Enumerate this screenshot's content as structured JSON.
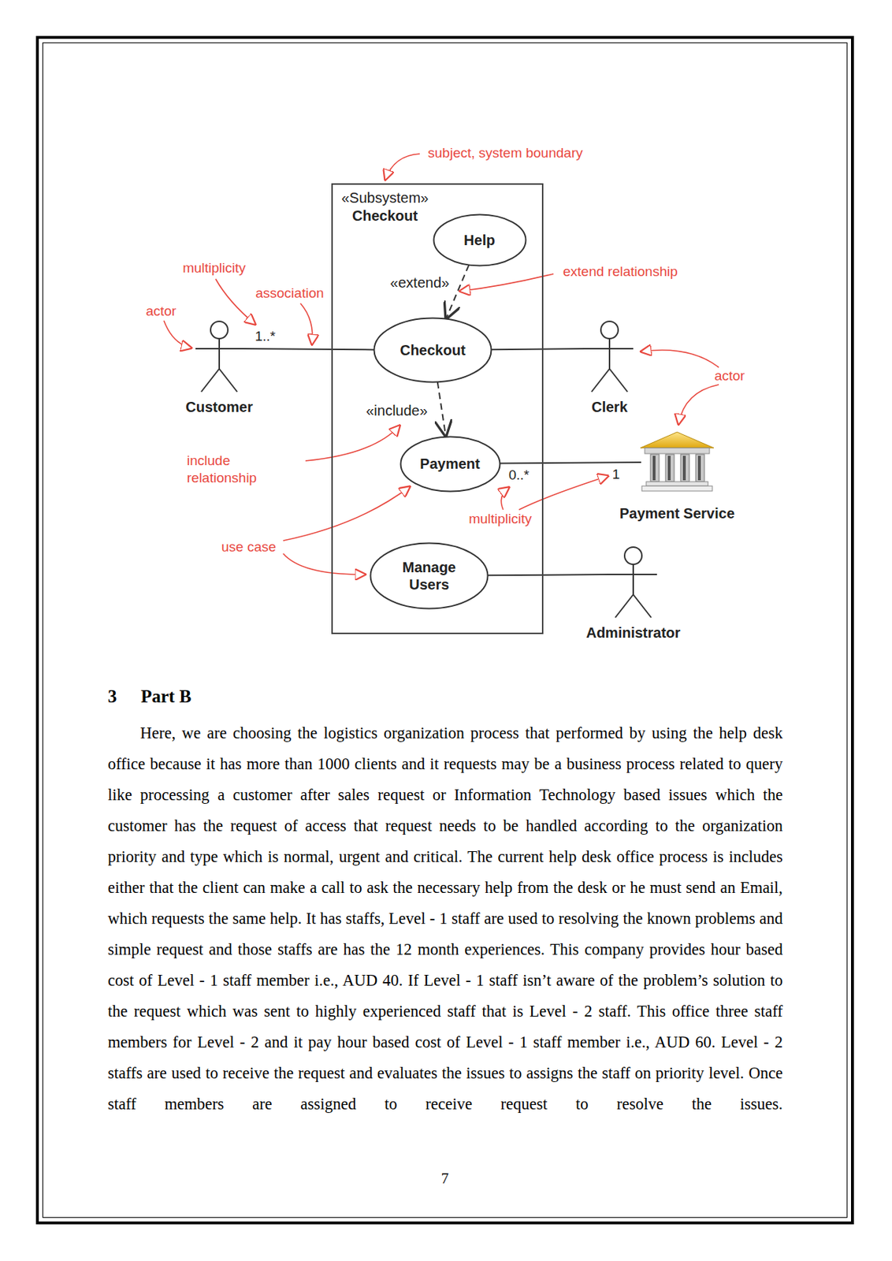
{
  "diagram": {
    "title": "Part B",
    "nodes": [
      {
        "text": [
          "«Subsystem»",
          "Checkout"
        ]
      },
      {
        "text": [
          "Help"
        ],
        "in": 0
      },
      {
        "text": [
          "Checkout"
        ],
        "in": 0
      },
      {
        "text": [
          "Payment"
        ],
        "in": 0
      },
      {
        "text": [
          "Manage Users"
        ],
        "in": 0
      },
      {
        "text": [
          "Customer"
        ]
      },
      {
        "text": [
          "Clerk"
        ]
      },
      {
        "text": [
          "Payment Service"
        ]
      },
      {
        "text": [
          "Administrator"
        ]
      }
    ],
    "edges": [
      {
        "from": 5,
        "to": 2,
        "arrow": "none"
      },
      {
        "from": 1,
        "to": 2,
        "label": "«extend»",
        "arrow": "to"
      },
      {
        "from": 2,
        "to": 6,
        "arrow": "none"
      },
      {
        "from": 2,
        "to": 3,
        "label": "«include»",
        "arrow": "to"
      },
      {
        "from": 3,
        "to": 7,
        "arrow": "none"
      },
      {
        "from": 4,
        "to": 8,
        "arrow": "none"
      }
    ],
    "labels": [
      "subject, system boundary",
      "multiplicity",
      "association",
      "actor",
      "1..*",
      "extend relationship",
      "actor",
      "include relationship",
      "0..*",
      "1",
      "multiplicity",
      "use case",
      "3",
      "Here, we are choosing the logistics organization process that performed by using the help desk office because it has more than 1000 clients and it requests may be a business process related to query like processing a customer after sales request or Information Technology based issues which the customer has the request of access that request needs to be handled according to the organization priority and type which is normal, urgent and critical. The current help desk office process is includes either that the client can make a call to ask the necessary help from the desk or he must send an Email, which requests the same help. It has staffs, Level - 1 staff are used to resolving the known problems and simple request and those staffs are has the 12 month experiences. This company provides hour based cost of Level - 1 staff member i.e., AUD 40. If Level - 1 staff isn’t aware of the problem’s solution to the request which was sent to highly experienced staff that is Level - 2 staff. This office three staff members for Level - 2 and it pay hour based cost of Level - 1 staff member i.e., AUD 60. Level - 2 staffs are used to receive the request and evaluates the issues to assigns the staff on priority level. Once staff members are assigned to receive request to resolve the issues.",
      "7"
    ]
  }
}
